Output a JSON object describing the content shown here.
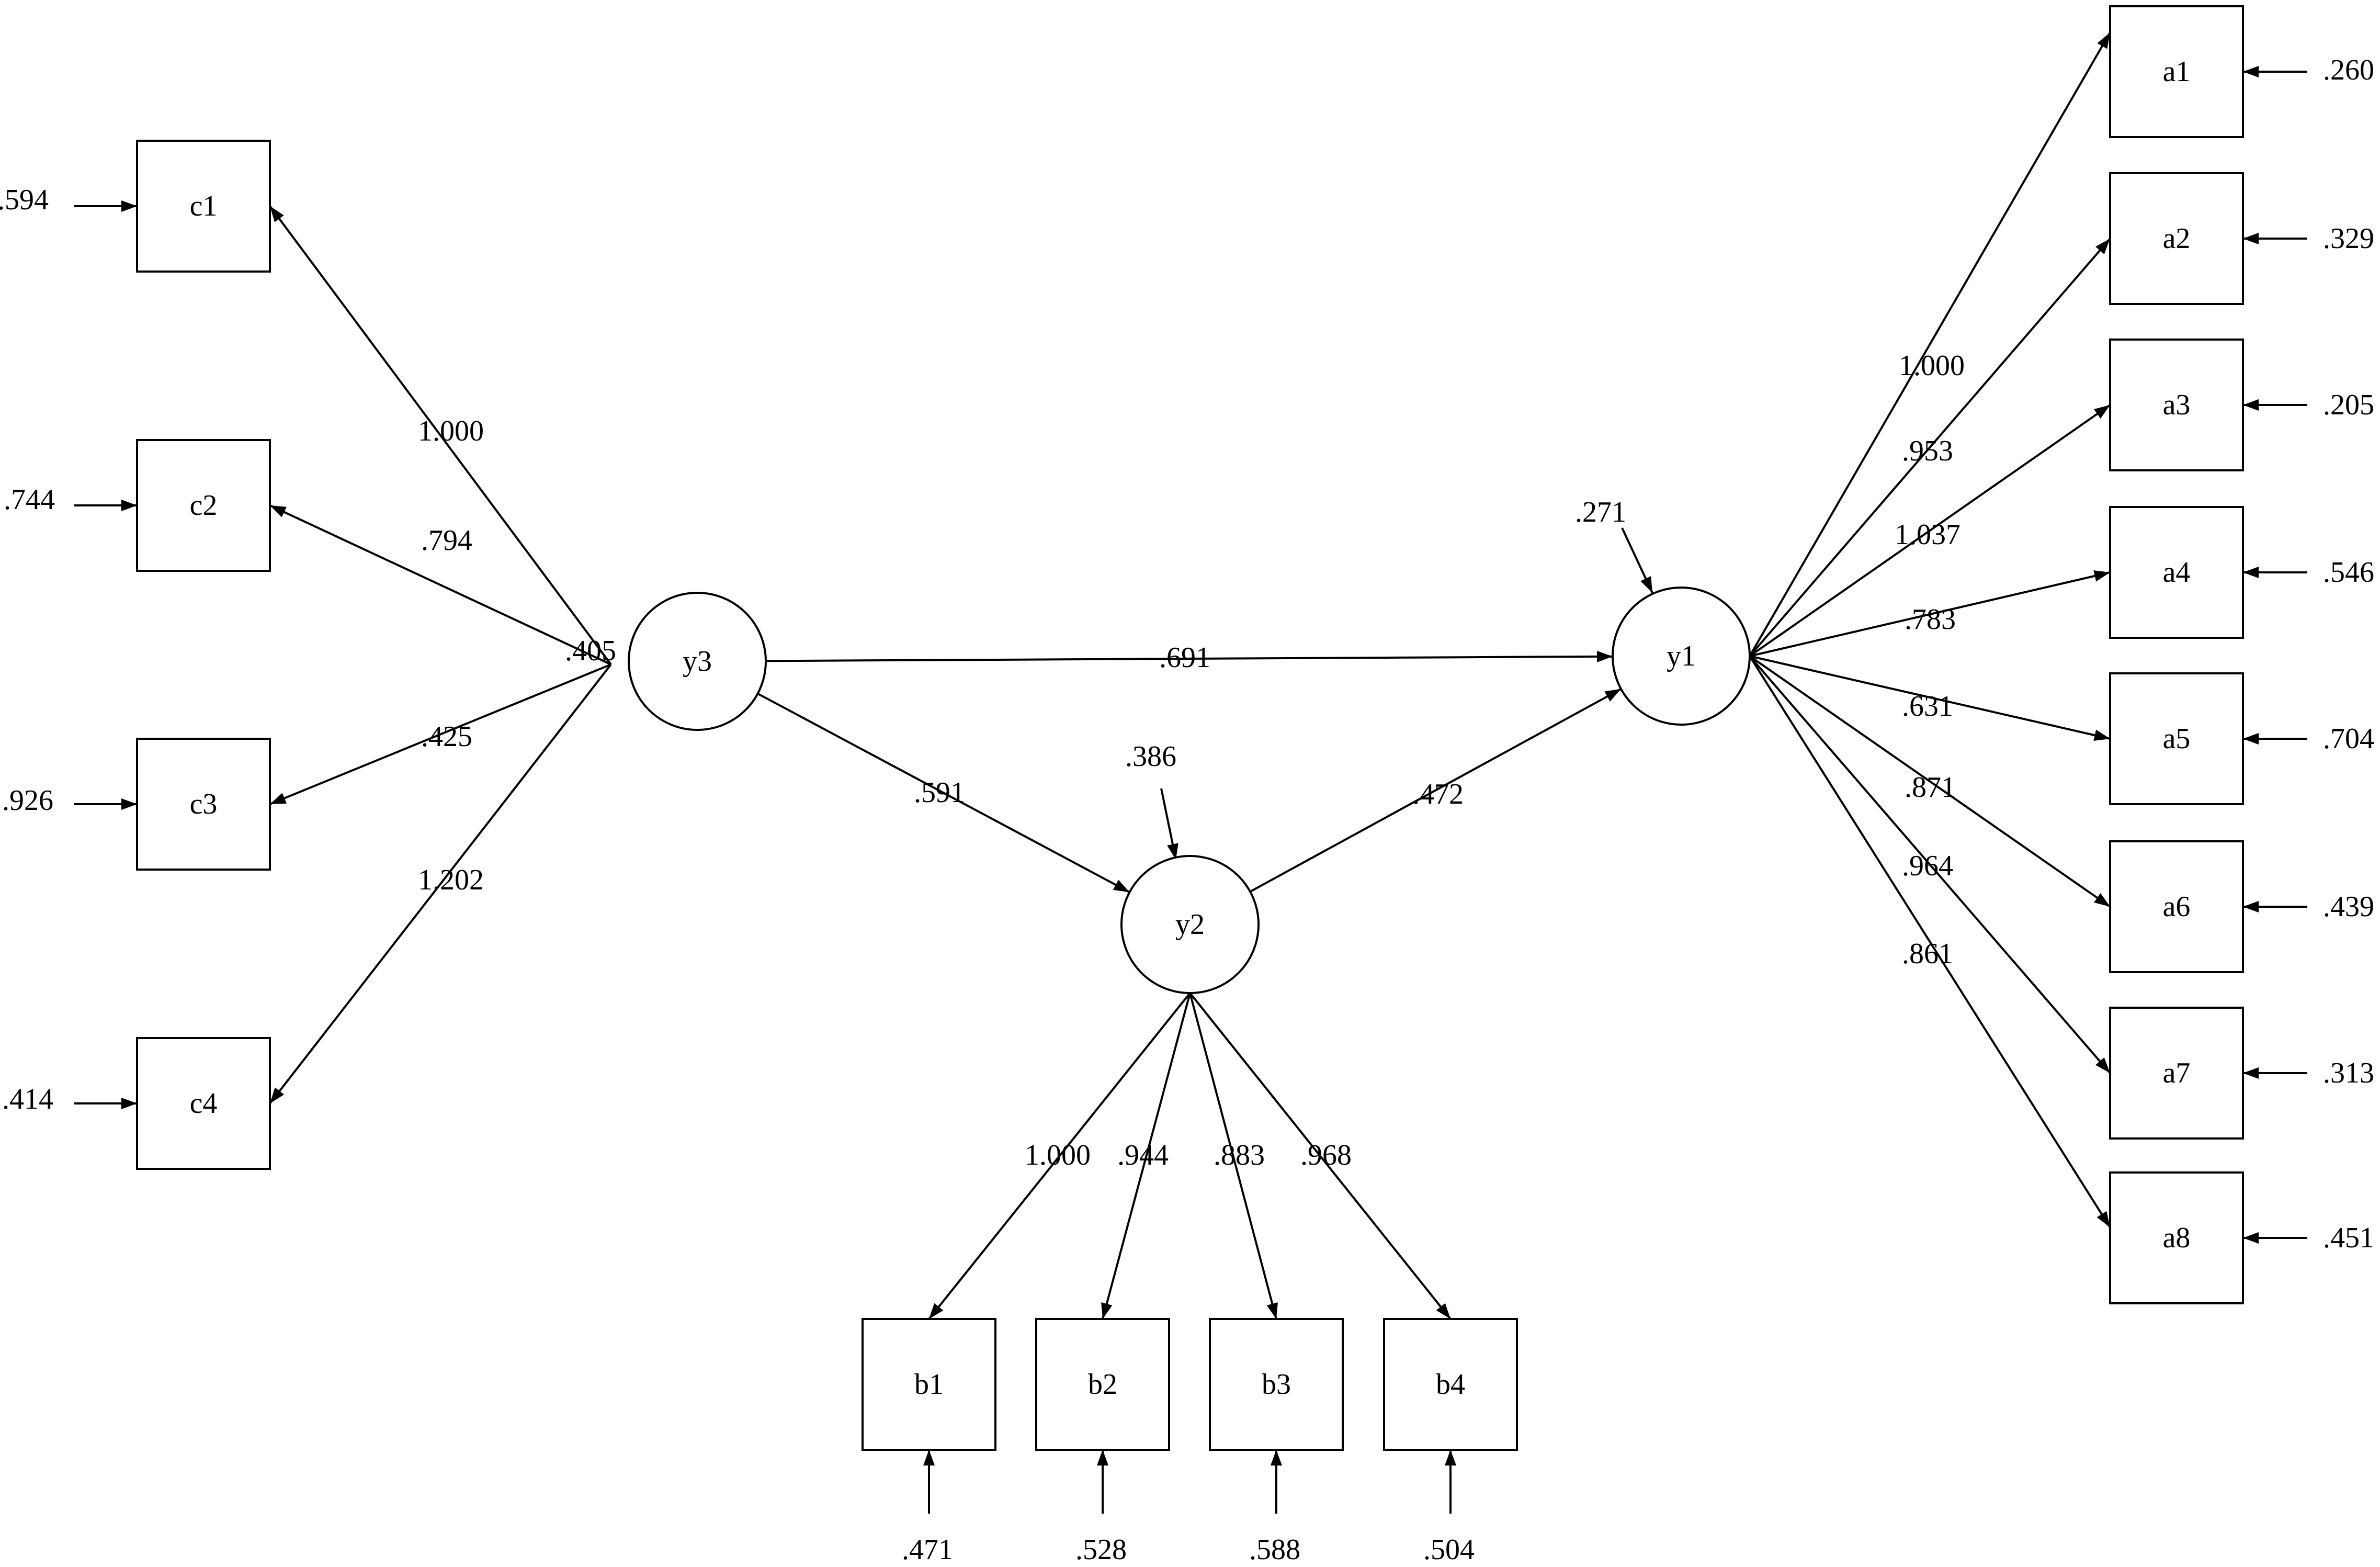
{
  "colors": {
    "line": "#000000",
    "background": "#ffffff"
  },
  "nodes": {
    "c1": {
      "label": "c1"
    },
    "c2": {
      "label": "c2"
    },
    "c3": {
      "label": "c3"
    },
    "c4": {
      "label": "c4"
    },
    "a1": {
      "label": "a1"
    },
    "a2": {
      "label": "a2"
    },
    "a3": {
      "label": "a3"
    },
    "a4": {
      "label": "a4"
    },
    "a5": {
      "label": "a5"
    },
    "a6": {
      "label": "a6"
    },
    "a7": {
      "label": "a7"
    },
    "a8": {
      "label": "a8"
    },
    "b1": {
      "label": "b1"
    },
    "b2": {
      "label": "b2"
    },
    "b3": {
      "label": "b3"
    },
    "b4": {
      "label": "b4"
    },
    "y1": {
      "label": "y1"
    },
    "y2": {
      "label": "y2"
    },
    "y3": {
      "label": "y3"
    }
  },
  "paths": {
    "y3_y1": ".691",
    "y3_y2": ".591",
    "y2_y1": ".472"
  },
  "loadings": {
    "y3_c1": "1.000",
    "y3_c2": ".794",
    "y3_c3": ".425",
    "y3_c4": "1.202",
    "y1_a1": "1.000",
    "y1_a2": ".953",
    "y1_a3": "1.037",
    "y1_a4": ".783",
    "y1_a5": ".631",
    "y1_a6": ".871",
    "y1_a7": ".964",
    "y1_a8": ".861",
    "y2_b1": "1.000",
    "y2_b2": ".944",
    "y2_b3": ".883",
    "y2_b4": ".968"
  },
  "disturbances": {
    "y1": ".271",
    "y2": ".386",
    "y3": ".405"
  },
  "errors": {
    "c1": ".594",
    "c2": ".744",
    "c3": ".926",
    "c4": ".414",
    "a1": ".260",
    "a2": ".329",
    "a3": ".205",
    "a4": ".546",
    "a5": ".704",
    "a6": ".439",
    "a7": ".313",
    "a8": ".451",
    "b1": ".471",
    "b2": ".528",
    "b3": ".588",
    "b4": ".504"
  }
}
